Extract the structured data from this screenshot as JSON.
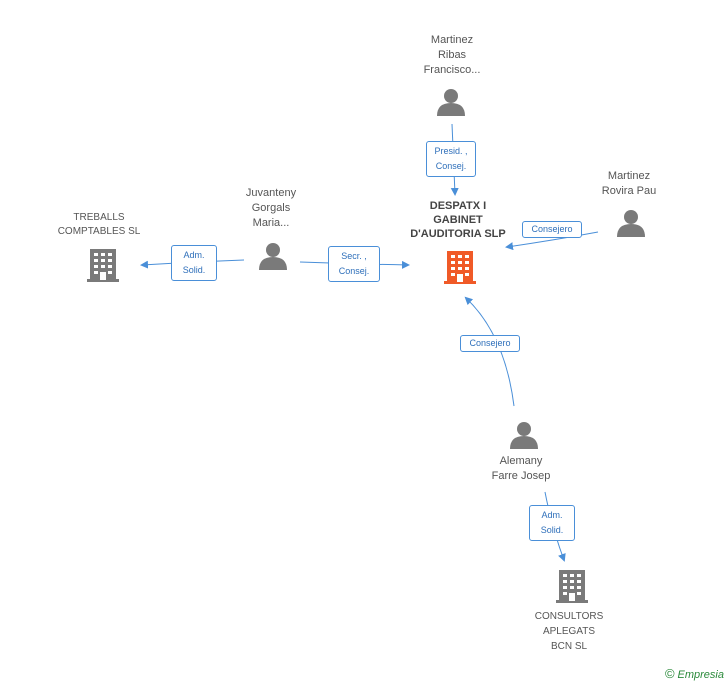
{
  "colors": {
    "edge": "#4a8fd8",
    "person": "#7a7a7a",
    "company": "#7a7a7a",
    "focus_company": "#f05a28",
    "brand": "#2a8a3a"
  },
  "center": {
    "lines": [
      "DESPATX I",
      "GABINET",
      "D'AUDITORIA SLP"
    ],
    "icon": "building-icon"
  },
  "people": {
    "ribas": {
      "lines": [
        "Martinez",
        "Ribas",
        "Francisco..."
      ],
      "icon": "person-icon"
    },
    "rovira": {
      "lines": [
        "Martinez",
        "Rovira Pau"
      ],
      "icon": "person-icon"
    },
    "juvanteny": {
      "lines": [
        "Juvanteny",
        "Gorgals",
        "Maria..."
      ],
      "icon": "person-icon"
    },
    "alemany": {
      "lines": [
        "Alemany",
        "Farre Josep"
      ],
      "icon": "person-icon"
    }
  },
  "companies": {
    "treballs": {
      "lines": [
        "TREBALLS",
        "COMPTABLES SL"
      ],
      "icon": "building-icon"
    },
    "consultors": {
      "lines": [
        "CONSULTORS",
        "APLEGATS",
        "BCN  SL"
      ],
      "icon": "building-icon"
    }
  },
  "edges": {
    "ribas_center": {
      "lines": [
        "Presid. ,",
        "Consej."
      ]
    },
    "rovira_center": {
      "lines": [
        "Consejero"
      ]
    },
    "juvanteny_center": {
      "lines": [
        "Secr. ,",
        "Consej."
      ]
    },
    "juvanteny_treballs": {
      "lines": [
        "Adm.",
        "Solid."
      ]
    },
    "alemany_center": {
      "lines": [
        "Consejero"
      ]
    },
    "alemany_consultors": {
      "lines": [
        "Adm.",
        "Solid."
      ]
    }
  },
  "brand": {
    "copyright": "©",
    "name": "Empresia"
  }
}
